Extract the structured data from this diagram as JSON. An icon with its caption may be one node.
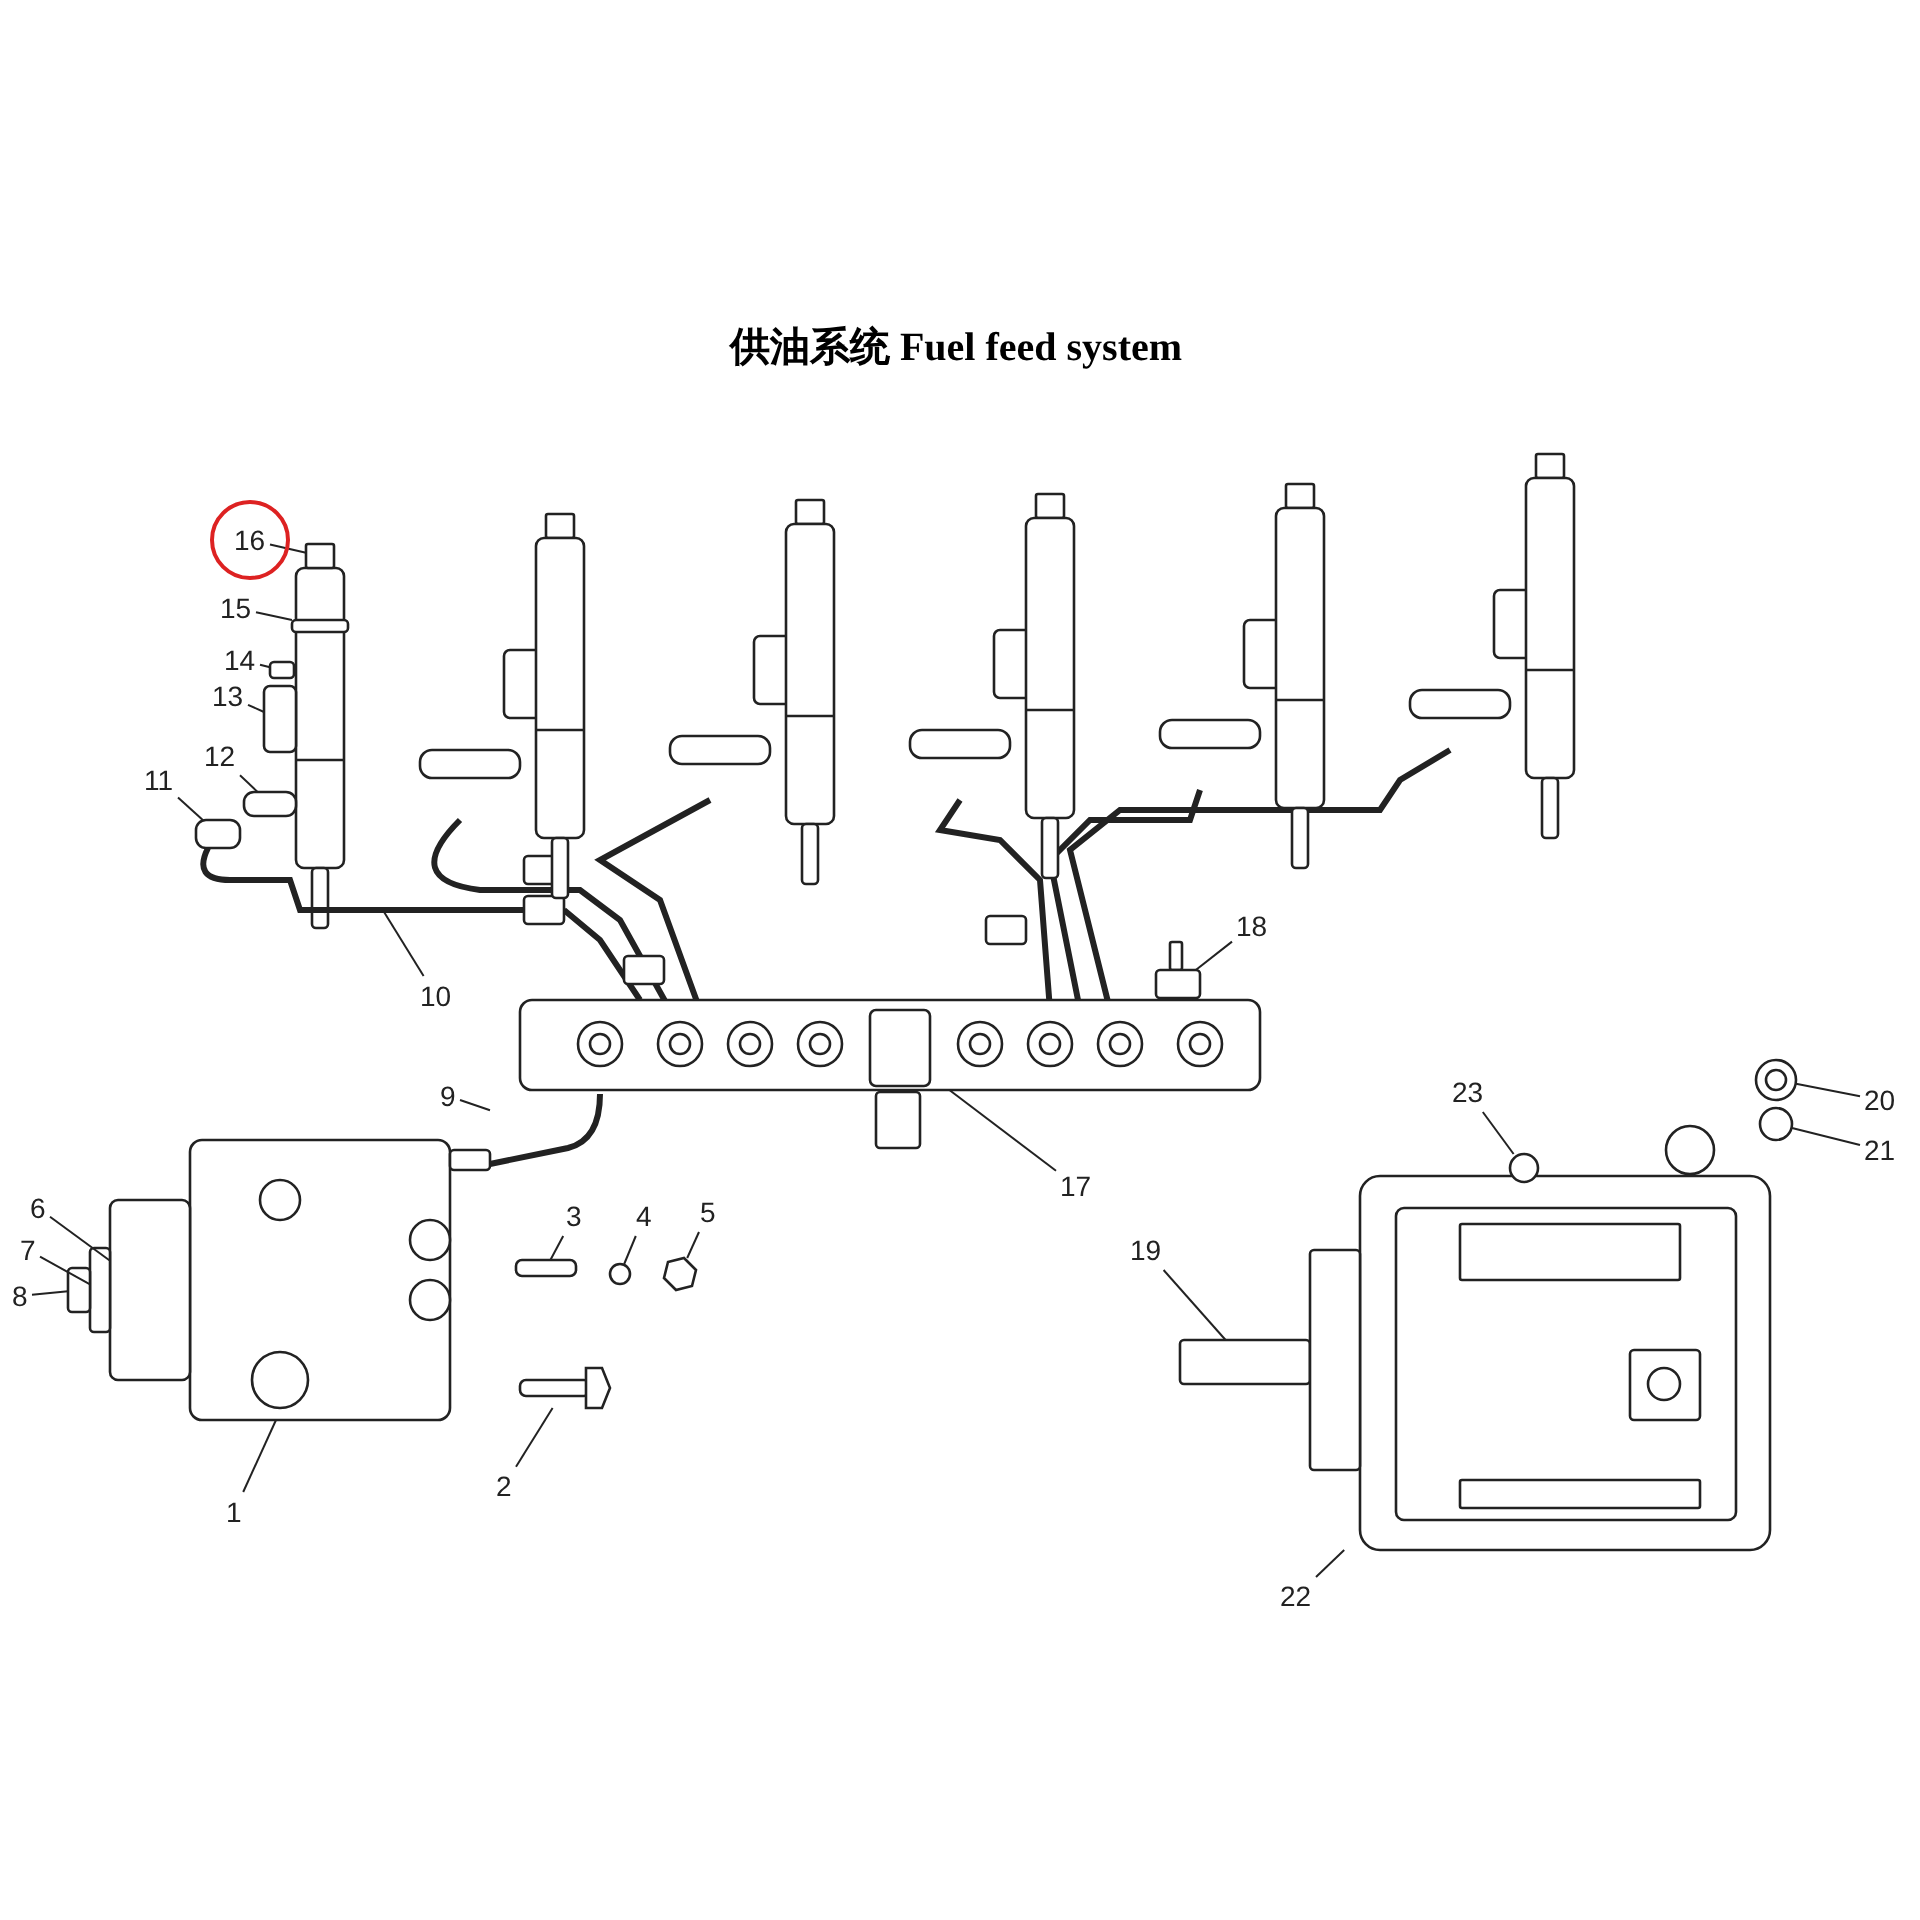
{
  "diagram": {
    "title": "供油系统 Fuel feed system",
    "nodes": [
      {
        "text": [
          "1"
        ]
      },
      {
        "text": [
          "2"
        ]
      },
      {
        "text": [
          "3"
        ]
      },
      {
        "text": [
          "4"
        ]
      },
      {
        "text": [
          "5"
        ]
      },
      {
        "text": [
          "6"
        ]
      },
      {
        "text": [
          "7"
        ]
      },
      {
        "text": [
          "8"
        ]
      },
      {
        "text": [
          "9"
        ]
      },
      {
        "text": [
          "10"
        ]
      },
      {
        "text": [
          "11"
        ]
      },
      {
        "text": [
          "12"
        ]
      },
      {
        "text": [
          "13"
        ]
      },
      {
        "text": [
          "14"
        ]
      },
      {
        "text": [
          "15"
        ]
      },
      {
        "text": [
          "16"
        ]
      },
      {
        "text": [
          "17"
        ]
      },
      {
        "text": [
          "18"
        ]
      },
      {
        "text": [
          "19"
        ]
      },
      {
        "text": [
          "20"
        ]
      },
      {
        "text": [
          "21"
        ]
      },
      {
        "text": [
          "22"
        ]
      },
      {
        "text": [
          "23"
        ]
      },
      {
        "text": [],
        "shape": "picture"
      },
      {
        "text": [],
        "shape": "picture"
      },
      {
        "text": [],
        "shape": "box"
      },
      {
        "text": [],
        "shape": "circle"
      },
      {
        "text": [],
        "shape": "picture"
      },
      {
        "text": [],
        "shape": "box"
      },
      {
        "text": [],
        "shape": "box"
      },
      {
        "text": [],
        "shape": "box"
      },
      {
        "text": [],
        "shape": "picture"
      },
      {
        "text": [],
        "shape": "picture"
      },
      {
        "text": [],
        "shape": "box"
      },
      {
        "text": [],
        "shape": "box"
      },
      {
        "text": [],
        "shape": "box"
      },
      {
        "text": [],
        "shape": "box"
      },
      {
        "text": [],
        "shape": "box"
      },
      {
        "text": [],
        "shape": "box"
      },
      {
        "text": [],
        "shape": "picture"
      },
      {
        "text": [],
        "shape": "box"
      },
      {
        "text": [],
        "shape": "box"
      },
      {
        "text": [],
        "shape": "picture"
      },
      {
        "text": [],
        "shape": "circle"
      },
      {
        "text": [],
        "shape": "picture"
      },
      {
        "text": [],
        "shape": "circle"
      }
    ],
    "edges": [
      {
        "from": 0,
        "to": 23,
        "arrow": "none"
      },
      {
        "from": 1,
        "to": 24,
        "arrow": "none"
      },
      {
        "from": 2,
        "to": 25,
        "arrow": "none"
      },
      {
        "from": 3,
        "to": 26,
        "arrow": "none"
      },
      {
        "from": 4,
        "to": 27,
        "arrow": "none"
      },
      {
        "from": 5,
        "to": 28,
        "arrow": "none"
      },
      {
        "from": 6,
        "to": 29,
        "arrow": "none"
      },
      {
        "from": 7,
        "to": 30,
        "arrow": "none"
      },
      {
        "from": 8,
        "to": 31,
        "arrow": "none"
      },
      {
        "from": 9,
        "to": 32,
        "arrow": "none"
      },
      {
        "from": 10,
        "to": 33,
        "arrow": "none"
      },
      {
        "from": 11,
        "to": 34,
        "arrow": "none"
      },
      {
        "from": 12,
        "to": 35,
        "arrow": "none"
      },
      {
        "from": 13,
        "to": 36,
        "arrow": "none"
      },
      {
        "from": 14,
        "to": 37,
        "arrow": "none"
      },
      {
        "from": 15,
        "to": 38,
        "arrow": "none"
      },
      {
        "from": 16,
        "to": 39,
        "arrow": "none"
      },
      {
        "from": 17,
        "to": 40,
        "arrow": "none"
      },
      {
        "from": 18,
        "to": 41,
        "arrow": "none"
      },
      {
        "from": 19,
        "to": 42,
        "arrow": "none"
      },
      {
        "from": 20,
        "to": 43,
        "arrow": "none"
      },
      {
        "from": 21,
        "to": 44,
        "arrow": "none"
      },
      {
        "from": 22,
        "to": 45,
        "arrow": "none"
      }
    ]
  }
}
